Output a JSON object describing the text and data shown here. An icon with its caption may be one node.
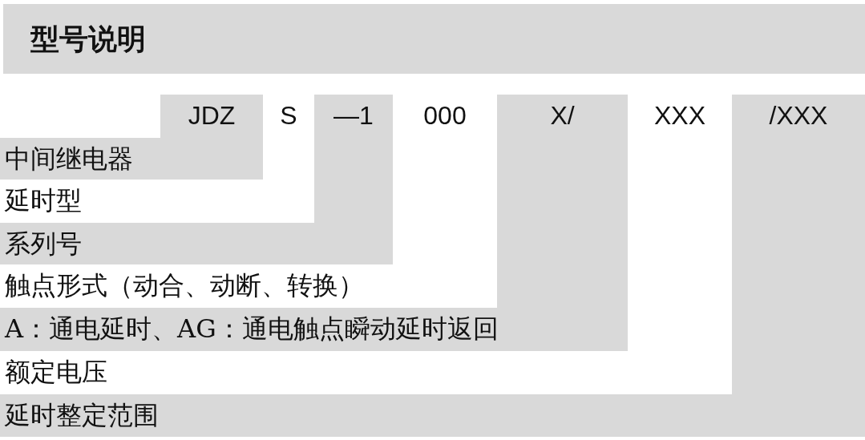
{
  "diagram": {
    "title": "型号说明",
    "nodes": [
      {
        "text": [
          "JDZ"
        ]
      },
      {
        "text": [
          "S"
        ]
      },
      {
        "text": [
          "—1"
        ]
      },
      {
        "text": [
          "000"
        ]
      },
      {
        "text": [
          "X/"
        ]
      },
      {
        "text": [
          "XXX"
        ]
      },
      {
        "text": [
          "/XXX"
        ]
      },
      {
        "text": [
          "中间继电器"
        ]
      },
      {
        "text": [
          "延时型"
        ]
      },
      {
        "text": [
          "系列号"
        ]
      },
      {
        "text": [
          "触点形式（动合、动断、转换）"
        ]
      },
      {
        "text": [
          "A：通电延时、AG：通电触点瞬动延时返回"
        ]
      },
      {
        "text": [
          "额定电压"
        ]
      },
      {
        "text": [
          "延时整定范围"
        ]
      }
    ],
    "edges": []
  }
}
